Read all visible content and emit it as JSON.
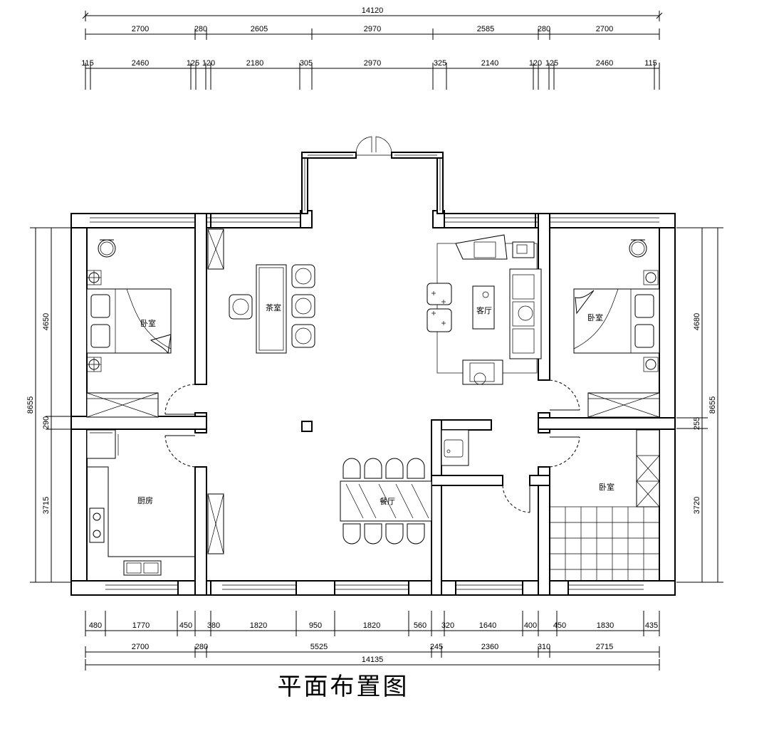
{
  "title": "平面布置图",
  "rooms": {
    "bedroom_left": "卧室",
    "tea_room": "茶室",
    "living_room": "客厅",
    "bedroom_right": "卧室",
    "kitchen": "厨房",
    "dining": "餐厅",
    "bedroom_small": "卧室"
  },
  "dimensions": {
    "top_total": "14120",
    "top_row1": [
      "2700",
      "280",
      "2605",
      "2970",
      "2585",
      "280",
      "2700"
    ],
    "top_row2": [
      "115",
      "2460",
      "125",
      "120",
      "2180",
      "305",
      "2970",
      "325",
      "2140",
      "120",
      "125",
      "2460",
      "115"
    ],
    "bottom_row1": [
      "480",
      "1770",
      "450",
      "380",
      "1820",
      "950",
      "1820",
      "560",
      "320",
      "1640",
      "400",
      "450",
      "1830",
      "435"
    ],
    "bottom_row2": [
      "2700",
      "280",
      "5525",
      "245",
      "2360",
      "310",
      "2715"
    ],
    "bottom_total": "14135",
    "left_total": "8655",
    "left_parts": [
      "4650",
      "290",
      "3715"
    ],
    "right_total": "8655",
    "right_parts": [
      "4680",
      "255",
      "3720"
    ]
  }
}
